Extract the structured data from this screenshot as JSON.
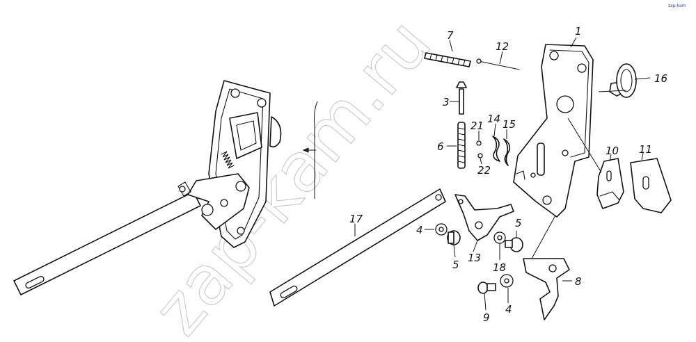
{
  "watermark": "zap-kam.ru",
  "corner_mark": "zap-kam",
  "callouts": {
    "c1": "1",
    "c3": "3",
    "c4a": "4",
    "c4b": "4",
    "c5a": "5",
    "c5b": "5",
    "c6": "6",
    "c7": "7",
    "c8": "8",
    "c9": "9",
    "c10": "10",
    "c11": "11",
    "c12": "12",
    "c13": "13",
    "c14": "14",
    "c15": "15",
    "c16": "16",
    "c17": "17",
    "c18": "18",
    "c21": "21",
    "c22": "22"
  }
}
